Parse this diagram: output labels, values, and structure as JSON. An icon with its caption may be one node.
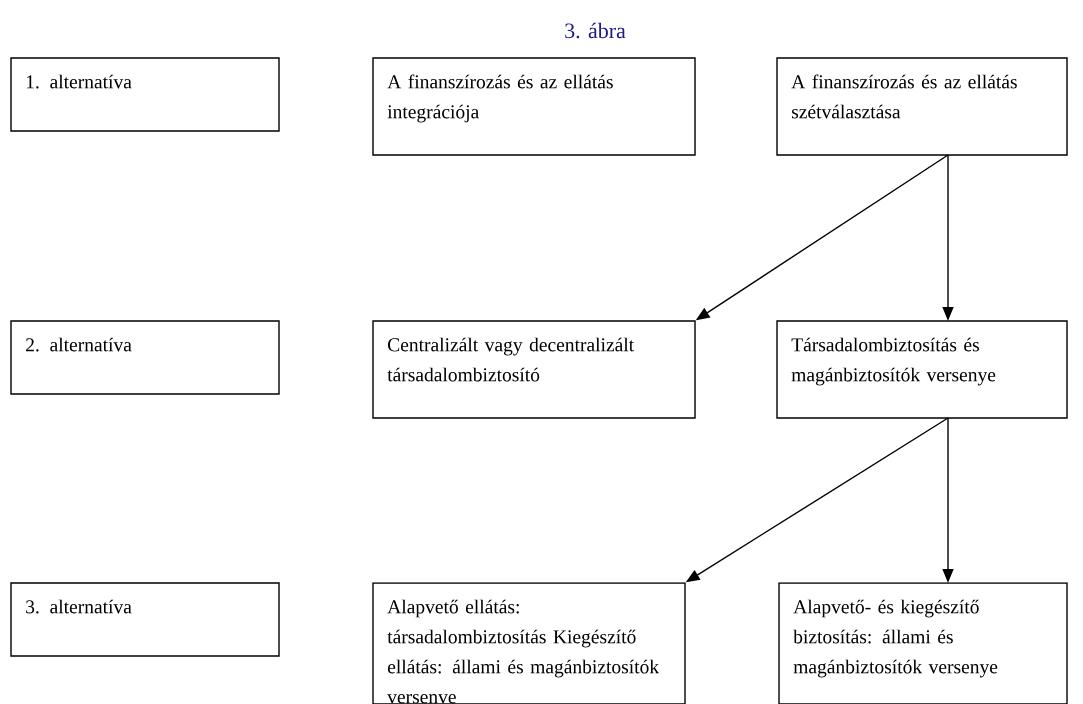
{
  "diagram": {
    "title": "3. ábra",
    "nodes": [
      {
        "text": [
          "1. alternatíva"
        ]
      },
      {
        "text": [
          "A finanszírozás és az ellátás integrációja"
        ]
      },
      {
        "text": [
          "A finanszírozás és az ellátás szétválasztása"
        ]
      },
      {
        "text": [
          "2. alternatíva"
        ]
      },
      {
        "text": [
          "Centralizált vagy decentralizált társadalombiztosító"
        ]
      },
      {
        "text": [
          "Társadalombiztosítás és magánbiztosítók versenye"
        ]
      },
      {
        "text": [
          "3. alternatíva"
        ]
      },
      {
        "text": [
          "Alapvető ellátás: társadalombiztosítás Kiegészítő ellátás: állami és magánbiztosítók versenve"
        ]
      },
      {
        "text": [
          "Alapvető- és kiegészítő biztosítás: állami és magánbiztosítók versenye"
        ]
      }
    ],
    "edges": [
      {
        "from": 2,
        "to": 4,
        "arrow": "to"
      },
      {
        "from": 2,
        "to": 5,
        "arrow": "to"
      },
      {
        "from": 5,
        "to": 7,
        "arrow": "to"
      },
      {
        "from": 5,
        "to": 8,
        "arrow": "to"
      }
    ]
  }
}
